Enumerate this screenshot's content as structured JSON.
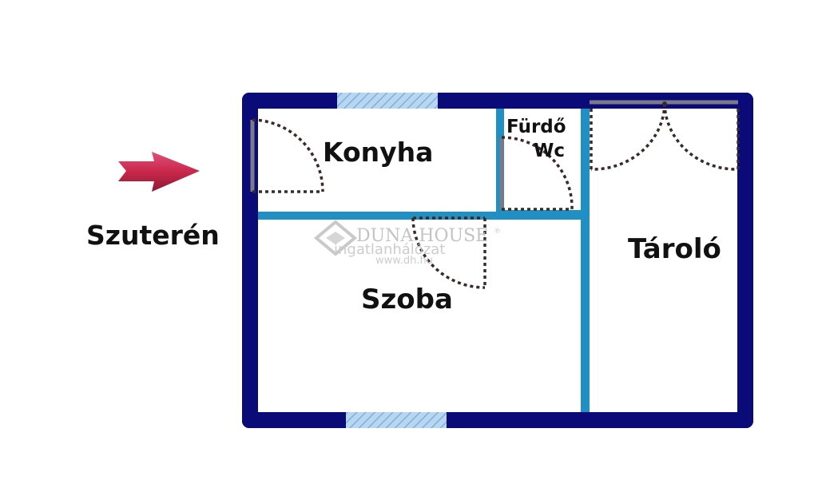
{
  "labels": {
    "level": "Szuterén",
    "konyha": "Konyha",
    "furdo": "Fürdő",
    "wc": "Wc",
    "taroló": "Tároló",
    "szoba": "Szoba"
  },
  "watermark": {
    "brand": "DUNA HOUSE",
    "registered": "®",
    "tagline": "ingatlanhálózat",
    "url": "www.dh.hu"
  },
  "colors": {
    "outer_wall": "#0a0a78",
    "inner_wall": "#1f8fc4",
    "window": "#9fc4e8",
    "door_arc": "#3a2a2a",
    "arrow": "#c9284a",
    "text": "#111111"
  }
}
